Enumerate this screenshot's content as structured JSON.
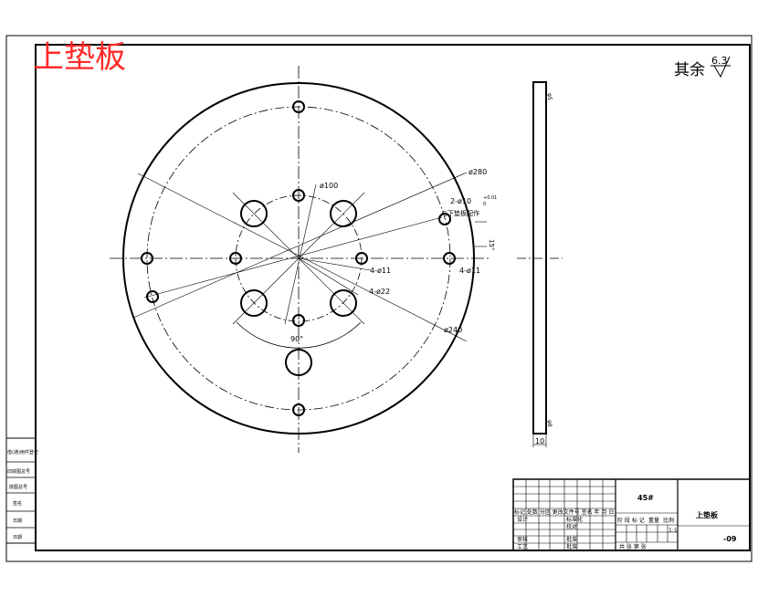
{
  "drawing_title": "上垫板",
  "roughness_note": {
    "prefix": "其余",
    "value": "6.3"
  },
  "dimensions": {
    "outer_dia": "ø280",
    "pcd_mid": "ø240",
    "pcd_inner": "ø100",
    "pin_holes": "2-ø10",
    "pin_tol_upper": "+0.01",
    "pin_tol_lower": "0",
    "pin_note": "与下垫板配作",
    "holes_inner": "4-ø11",
    "holes_outer": "4-ø11",
    "holes_large": "4-ø22",
    "angle_90": "90°",
    "angle_side": "15°",
    "side_top": "φ5",
    "side_bottom": "φ8",
    "thickness": "10"
  },
  "left_strip": {
    "rows": [
      "借(通)用件登记",
      "旧底图总号",
      "底图总号",
      "签名",
      "日期",
      "日期"
    ]
  },
  "title_block": {
    "material": "45#",
    "part_name": "上垫板",
    "drawing_no": "-09",
    "header_row": "标记 处数 分区 更改文件号 签名 年 月 日",
    "design": "设计",
    "standardize": "标准化",
    "review": "审核",
    "process": "工艺",
    "approve": "批准",
    "check": "校对",
    "stage_label": "阶 段 标 记",
    "weight": "重量",
    "scale_label": "比例",
    "scale_value": "1:1",
    "sheet_info": "共 张 第 张"
  }
}
